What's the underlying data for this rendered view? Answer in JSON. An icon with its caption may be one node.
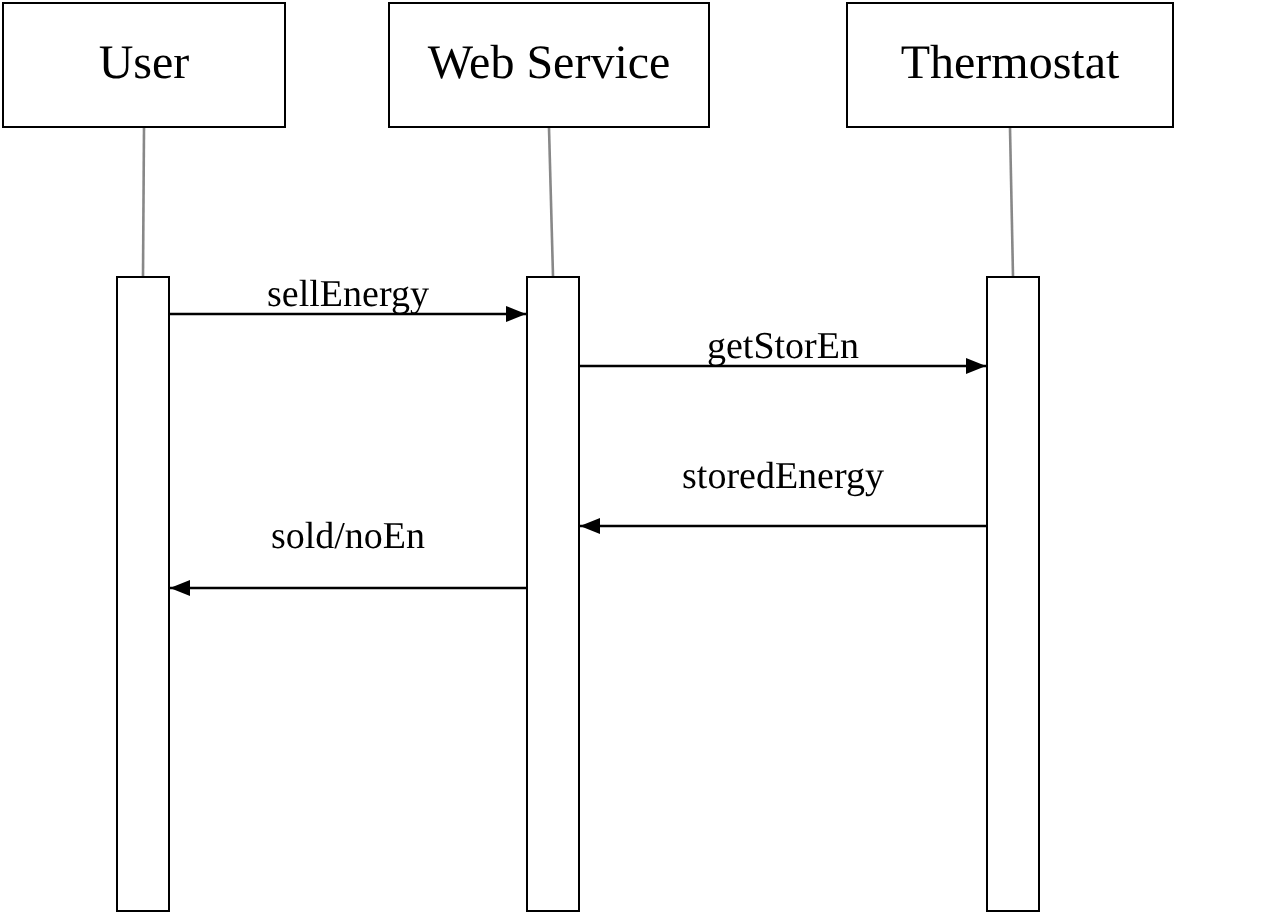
{
  "diagram": {
    "nodes": [
      {
        "text": [
          "User"
        ]
      },
      {
        "text": [
          "Web Service"
        ]
      },
      {
        "text": [
          "Thermostat"
        ]
      },
      {
        "text": [],
        "shape": "bar"
      },
      {
        "text": [],
        "shape": "bar"
      },
      {
        "text": [],
        "shape": "bar"
      }
    ],
    "edges": [
      {
        "from": 0,
        "to": 3,
        "arrow": "none",
        "color": "#888888"
      },
      {
        "from": 1,
        "to": 4,
        "arrow": "none",
        "color": "#888888"
      },
      {
        "from": 2,
        "to": 5,
        "arrow": "none",
        "color": "#888888"
      },
      {
        "from": 3,
        "to": 4,
        "arrow": "to",
        "label": "sellEnergy"
      },
      {
        "from": 4,
        "to": 5,
        "arrow": "to",
        "label": "getStorEn"
      },
      {
        "from": 5,
        "to": 4,
        "arrow": "to",
        "label": "storedEnergy"
      },
      {
        "from": 4,
        "to": 3,
        "arrow": "to",
        "label": "sold/noEn"
      }
    ]
  }
}
